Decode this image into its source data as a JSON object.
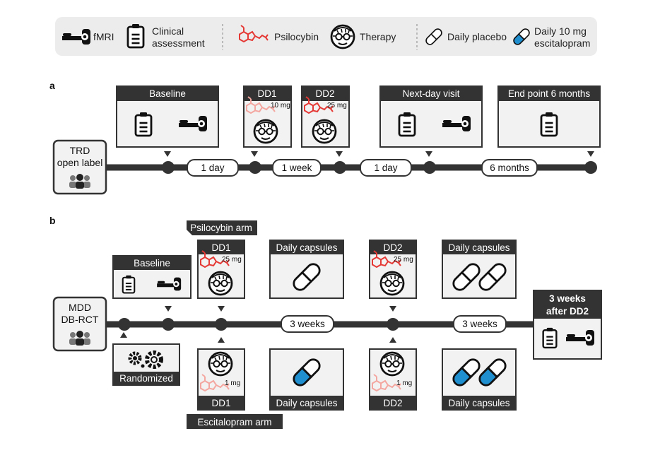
{
  "legend": {
    "fmri": "fMRI",
    "clinical_line1": "Clinical",
    "clinical_line2": "assessment",
    "psilocybin": "Psilocybin",
    "therapy": "Therapy",
    "placebo": "Daily placebo",
    "escitalopram_line1": "Daily 10 mg",
    "escitalopram_line2": "escitalopram"
  },
  "panel_a": {
    "label": "a",
    "start_line1": "TRD",
    "start_line2": "open label",
    "boxes": {
      "baseline": "Baseline",
      "dd1": "DD1",
      "dd1_dose": "10 mg",
      "dd2": "DD2",
      "dd2_dose": "25 mg",
      "nextday": "Next-day visit",
      "endpoint": "End point 6 months"
    },
    "intervals": [
      "1 day",
      "1 week",
      "1 day",
      "6 months"
    ]
  },
  "panel_b": {
    "label": "b",
    "start_line1": "MDD",
    "start_line2": "DB-RCT",
    "psilocybin_arm": "Psilocybin arm",
    "escitalopram_arm": "Escitalopram arm",
    "baseline": "Baseline",
    "randomized": "Randomized",
    "top": {
      "dd1": "DD1",
      "dd1_dose": "25 mg",
      "capsules1": "Daily capsules",
      "dd2": "DD2",
      "dd2_dose": "25 mg",
      "capsules2": "Daily capsules"
    },
    "bottom": {
      "dd1": "DD1",
      "dd1_dose": "1 mg",
      "capsules1": "Daily capsules",
      "dd2": "DD2",
      "dd2_dose": "1 mg",
      "capsules2": "Daily capsules"
    },
    "intervals": [
      "3 weeks",
      "3 weeks"
    ],
    "end_line1": "3 weeks",
    "end_line2": "after DD2"
  },
  "colors": {
    "dark": "#333333",
    "box_fill": "#f2f2f2",
    "psilocybin": "#e53935",
    "psilocybin_light": "#f4a7a0",
    "escitalopram_blue": "#1f8fd0",
    "legend_bg": "#ececec"
  }
}
